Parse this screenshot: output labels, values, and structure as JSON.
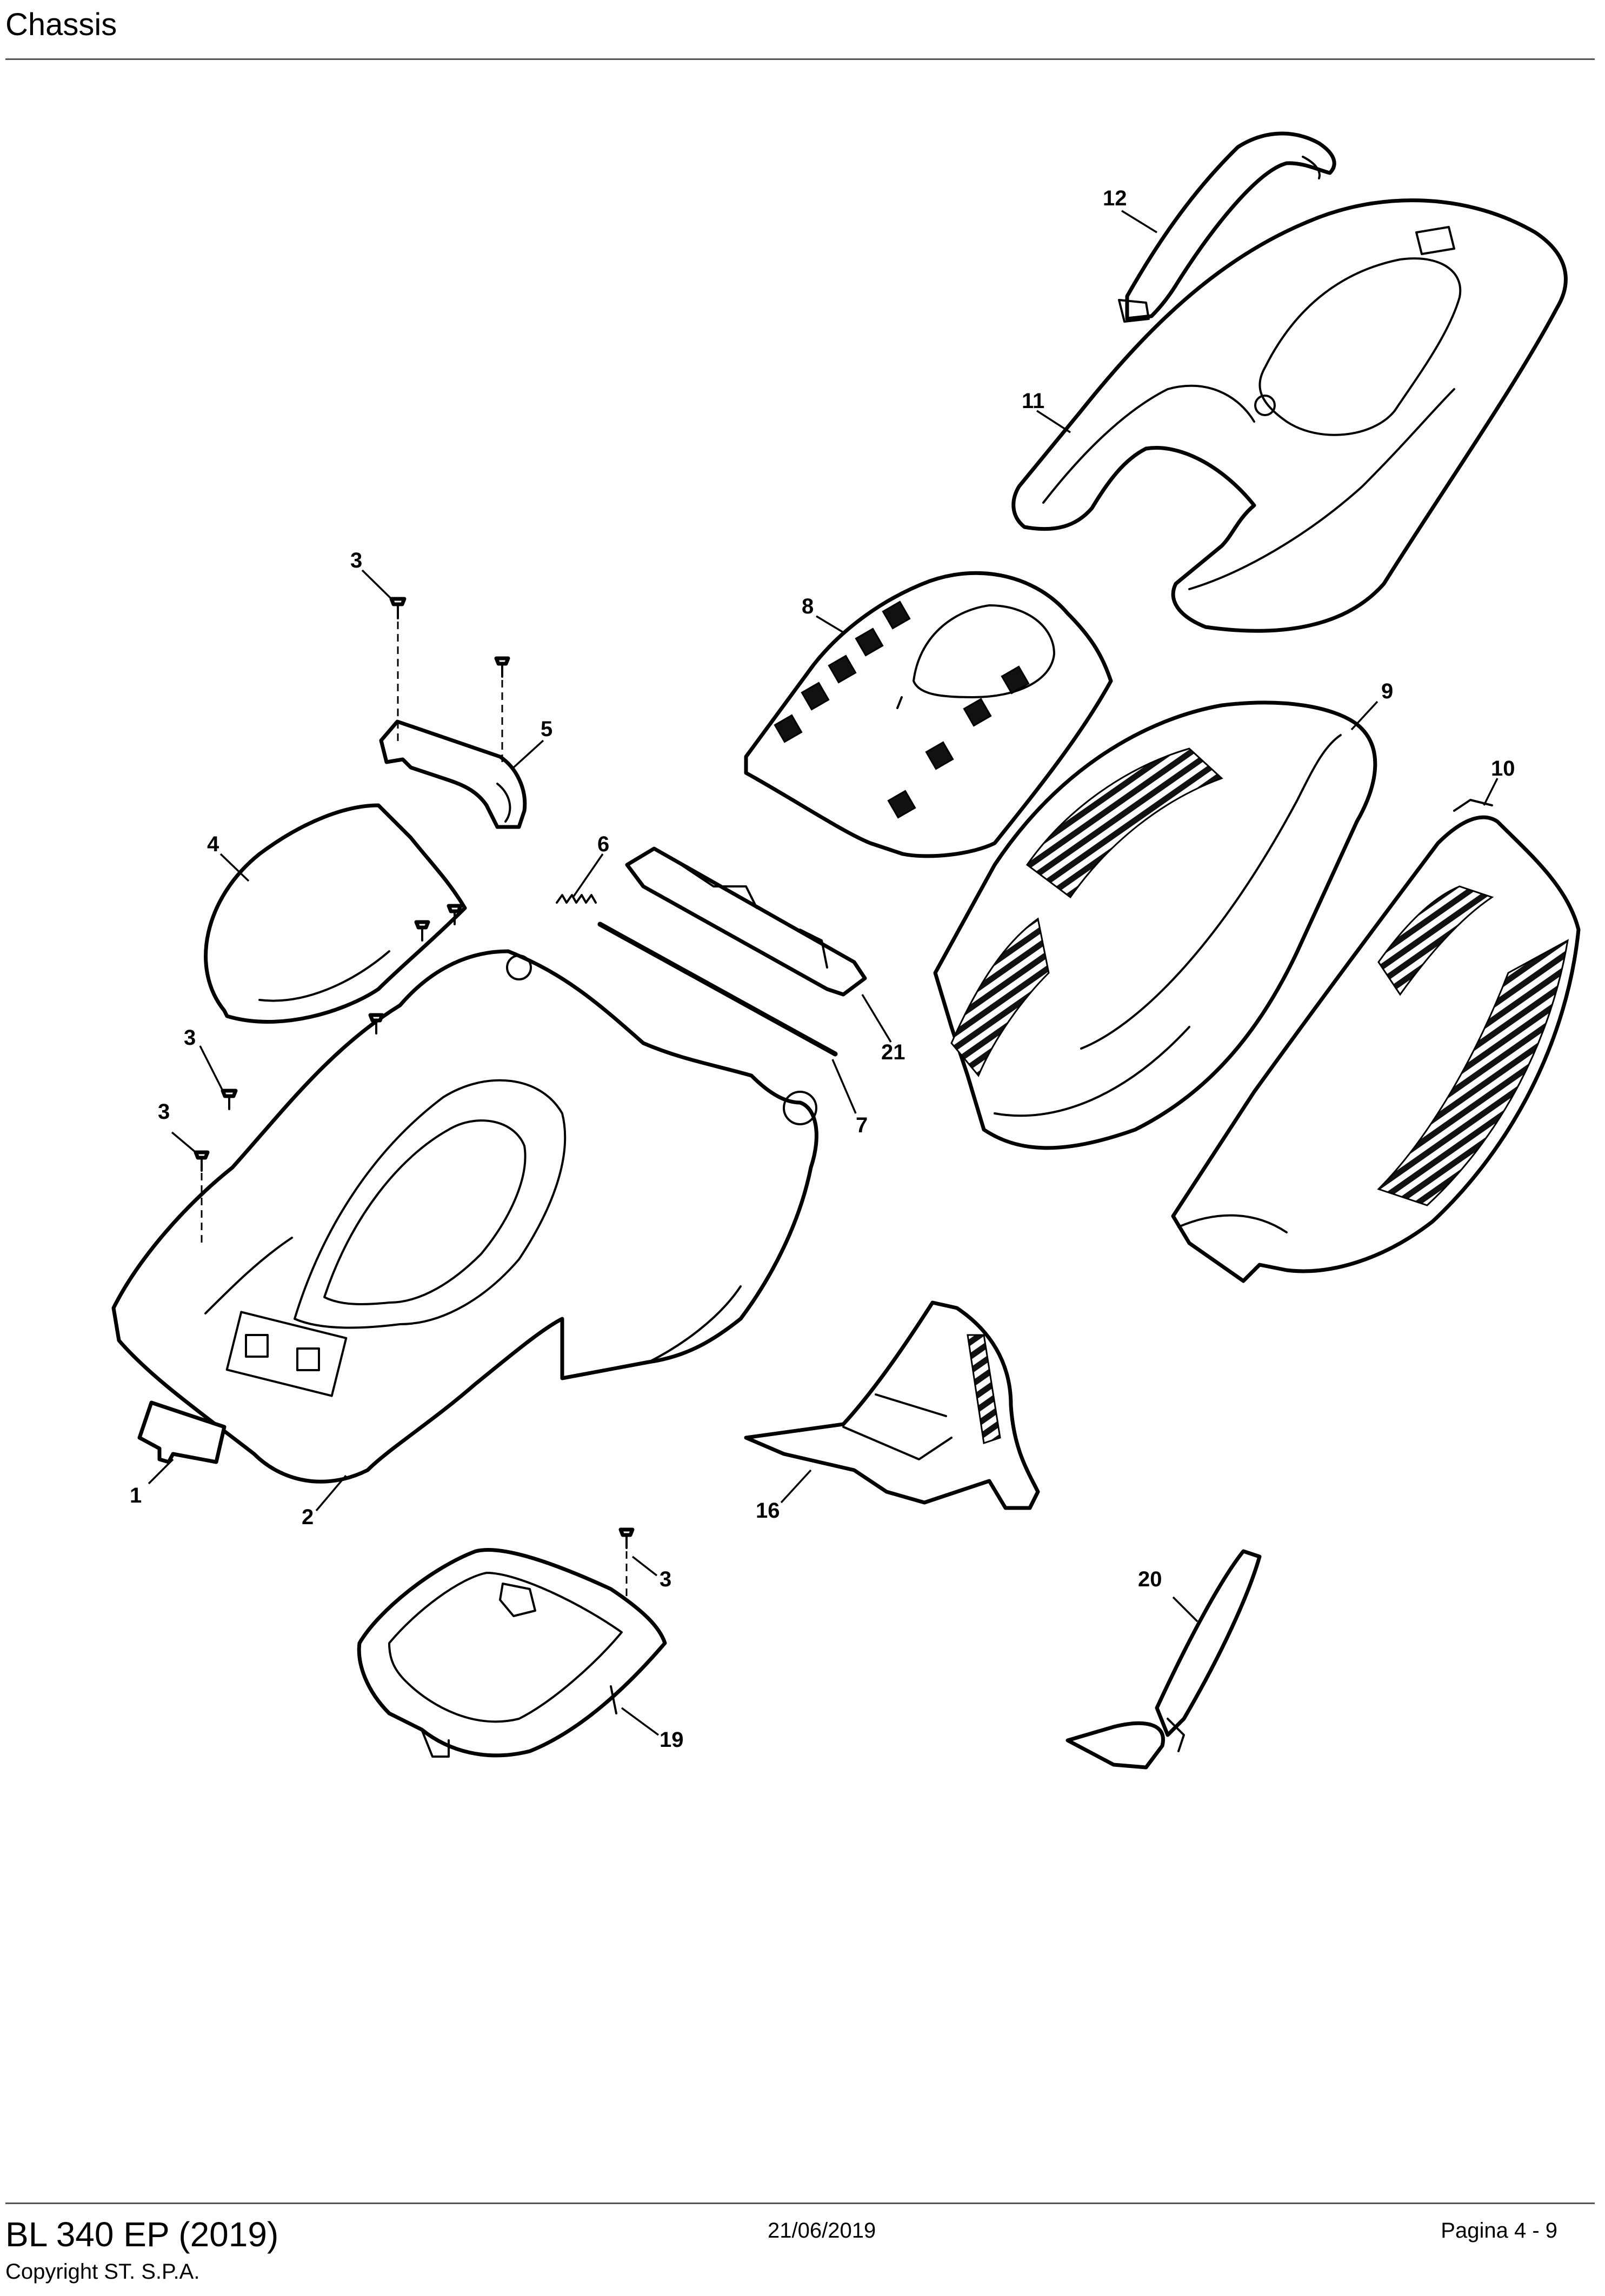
{
  "header": {
    "title": "Chassis"
  },
  "footer": {
    "model": "BL 340 EP (2019)",
    "copyright": "Copyright ST. S.P.A.",
    "date": "21/06/2019",
    "page": "Pagina 4 - 9"
  },
  "callouts": [
    {
      "id": "callout-1",
      "label": "1"
    },
    {
      "id": "callout-2",
      "label": "2"
    },
    {
      "id": "callout-3a",
      "label": "3"
    },
    {
      "id": "callout-3b",
      "label": "3"
    },
    {
      "id": "callout-3c",
      "label": "3"
    },
    {
      "id": "callout-3d",
      "label": "3"
    },
    {
      "id": "callout-4",
      "label": "4"
    },
    {
      "id": "callout-5",
      "label": "5"
    },
    {
      "id": "callout-6",
      "label": "6"
    },
    {
      "id": "callout-7",
      "label": "7"
    },
    {
      "id": "callout-8",
      "label": "8"
    },
    {
      "id": "callout-9",
      "label": "9"
    },
    {
      "id": "callout-10",
      "label": "10"
    },
    {
      "id": "callout-11",
      "label": "11"
    },
    {
      "id": "callout-12",
      "label": "12"
    },
    {
      "id": "callout-16",
      "label": "16"
    },
    {
      "id": "callout-19",
      "label": "19"
    },
    {
      "id": "callout-20",
      "label": "20"
    },
    {
      "id": "callout-21",
      "label": "21"
    }
  ]
}
